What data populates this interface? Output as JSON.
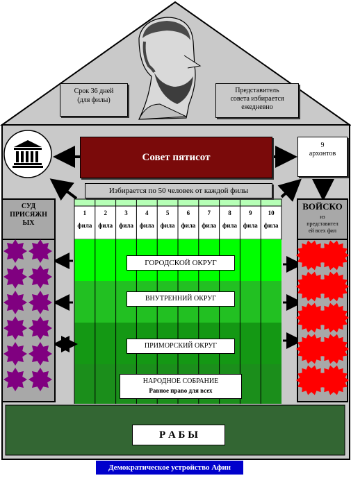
{
  "roof": {
    "term_text": "Срок 36 дней\n(для филы)",
    "rep_text": "Представитель\nсовета избирается\nежедневно"
  },
  "council": {
    "title": "Совет пятисот",
    "elected_text": "Избирается по 50 человек от каждой филы"
  },
  "archons": {
    "text": "9\nархонтов"
  },
  "court": {
    "title": "СУД\nПРИСЯЖН\nЫХ"
  },
  "army": {
    "title": "ВОЙСКО",
    "subtitle": "из\nпредставител\nей всех фил"
  },
  "phylai": [
    {
      "num": "1",
      "label": "фила"
    },
    {
      "num": "2",
      "label": "фила"
    },
    {
      "num": "3",
      "label": "фила"
    },
    {
      "num": "4",
      "label": "фила"
    },
    {
      "num": "5",
      "label": "фила"
    },
    {
      "num": "6",
      "label": "фила"
    },
    {
      "num": "7",
      "label": "фила"
    },
    {
      "num": "8",
      "label": "фила"
    },
    {
      "num": "9",
      "label": "фила"
    },
    {
      "num": "10",
      "label": "фила"
    }
  ],
  "districts": {
    "city": "ГОРОДСКОЙ ОКРУГ",
    "inland": "ВНУТРЕННИЙ ОКРУГ",
    "coastal": "ПРИМОРСКИЙ ОКРУГ"
  },
  "assembly": {
    "title": "НАРОДНОЕ СОБРАНИЕ",
    "subtitle": "Равное право для всех"
  },
  "slaves": {
    "title": "Р А Б Ы"
  },
  "footer": {
    "title": "Демократическое устройство Афин"
  },
  "colors": {
    "house": "#c9c9c9",
    "council": "#7a0a0a",
    "green_light": "#00ff00",
    "green_mid": "#22c022",
    "green_dark": "#149814",
    "green_assembly": "#1b8e1b",
    "base": "#336633",
    "court_bg": "#a8a8a8",
    "purple": "#800080",
    "red": "#ff0000",
    "footer_bg": "#0000cc"
  }
}
